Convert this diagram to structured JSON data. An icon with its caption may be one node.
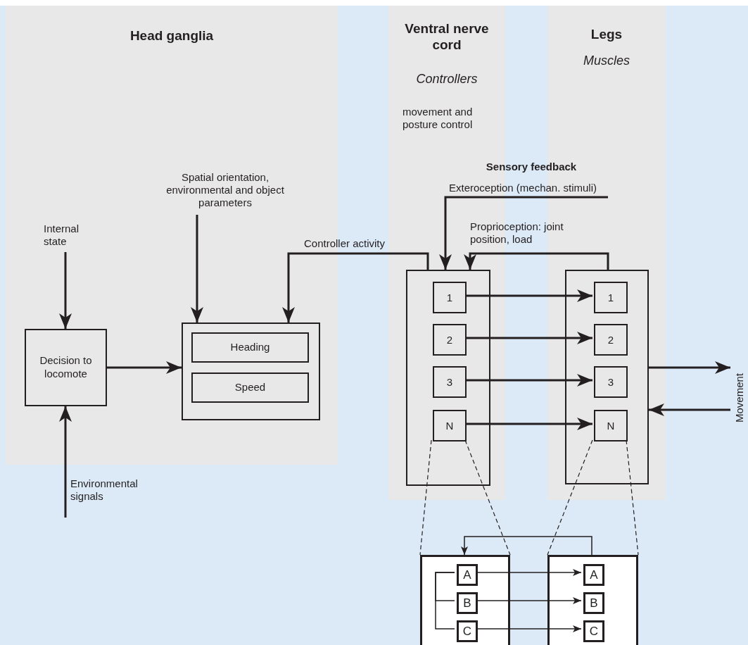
{
  "diagram": {
    "nodes": [
      {
        "text": [
          "Head ganglia"
        ]
      },
      {
        "text": [
          "Ventral nerve cord",
          "Controllers",
          "movement and posture control"
        ]
      },
      {
        "text": [
          "Legs",
          "Muscles"
        ]
      },
      {
        "text": [
          "Internal state"
        ],
        "in": 0
      },
      {
        "text": [
          "Decision to locomote"
        ],
        "in": 0
      },
      {
        "text": [
          "Spatial orientation, environmental and object parameters"
        ],
        "in": 0
      },
      {
        "text": [],
        "shape": "box",
        "in": 0
      },
      {
        "text": [
          "Heading"
        ],
        "in": 6
      },
      {
        "text": [
          "Speed"
        ],
        "in": 6
      },
      {
        "text": [],
        "shape": "box",
        "in": 1
      },
      {
        "text": [
          "1"
        ],
        "in": 9
      },
      {
        "text": [
          "2"
        ],
        "in": 9
      },
      {
        "text": [
          "3"
        ],
        "in": 9
      },
      {
        "text": [
          "N"
        ],
        "in": 9
      },
      {
        "text": [],
        "shape": "box",
        "in": 2
      },
      {
        "text": [
          "1"
        ],
        "in": 14
      },
      {
        "text": [
          "2"
        ],
        "in": 14
      },
      {
        "text": [
          "3"
        ],
        "in": 14
      },
      {
        "text": [
          "N"
        ],
        "in": 14
      },
      {
        "text": [
          "Movement"
        ]
      },
      {
        "text": [],
        "shape": "box"
      },
      {
        "text": [
          "A"
        ],
        "in": 20
      },
      {
        "text": [
          "B"
        ],
        "in": 20
      },
      {
        "text": [
          "C"
        ],
        "in": 20
      },
      {
        "text": [],
        "shape": "box"
      },
      {
        "text": [
          "A"
        ],
        "in": 24
      },
      {
        "text": [
          "B"
        ],
        "in": 24
      },
      {
        "text": [
          "C"
        ],
        "in": 24
      }
    ],
    "edges": [
      {
        "from": 3,
        "to": 4,
        "arrow": "to"
      },
      {
        "from": null,
        "to": 4,
        "arrow": "to",
        "label": "Environmental signals"
      },
      {
        "from": 4,
        "to": 6,
        "arrow": "to"
      },
      {
        "from": 5,
        "to": 6,
        "arrow": "to"
      },
      {
        "from": 9,
        "to": 6,
        "arrow": "to",
        "label": "Controller activity"
      },
      {
        "from": null,
        "to": 9,
        "arrow": "to",
        "label": "Exteroception (mechan. stimuli)"
      },
      {
        "from": 14,
        "to": 9,
        "arrow": "to",
        "label": "Proprioception: joint position, load"
      },
      {
        "from": 10,
        "to": 15,
        "arrow": "to"
      },
      {
        "from": 11,
        "to": 16,
        "arrow": "to"
      },
      {
        "from": 12,
        "to": 17,
        "arrow": "to"
      },
      {
        "from": 13,
        "to": 18,
        "arrow": "to"
      },
      {
        "from": 14,
        "to": 19,
        "arrow": "to"
      },
      {
        "from": 19,
        "to": 14,
        "arrow": "to"
      },
      {
        "from": 13,
        "to": 20,
        "arrow": "none",
        "style": "dashed"
      },
      {
        "from": 13,
        "to": 20,
        "arrow": "none",
        "style": "dashed"
      },
      {
        "from": 18,
        "to": 24,
        "arrow": "none",
        "style": "dashed"
      },
      {
        "from": 18,
        "to": 24,
        "arrow": "none",
        "style": "dashed"
      },
      {
        "from": 24,
        "to": 20,
        "arrow": "to"
      },
      {
        "from": 21,
        "to": 25,
        "arrow": "to"
      },
      {
        "from": 22,
        "to": 26,
        "arrow": "to"
      },
      {
        "from": 23,
        "to": 27,
        "arrow": "to"
      },
      {
        "from": 21,
        "to": 22,
        "arrow": "none"
      },
      {
        "from": 21,
        "to": 23,
        "arrow": "none"
      }
    ],
    "labels": [
      "Sensory feedback"
    ]
  }
}
